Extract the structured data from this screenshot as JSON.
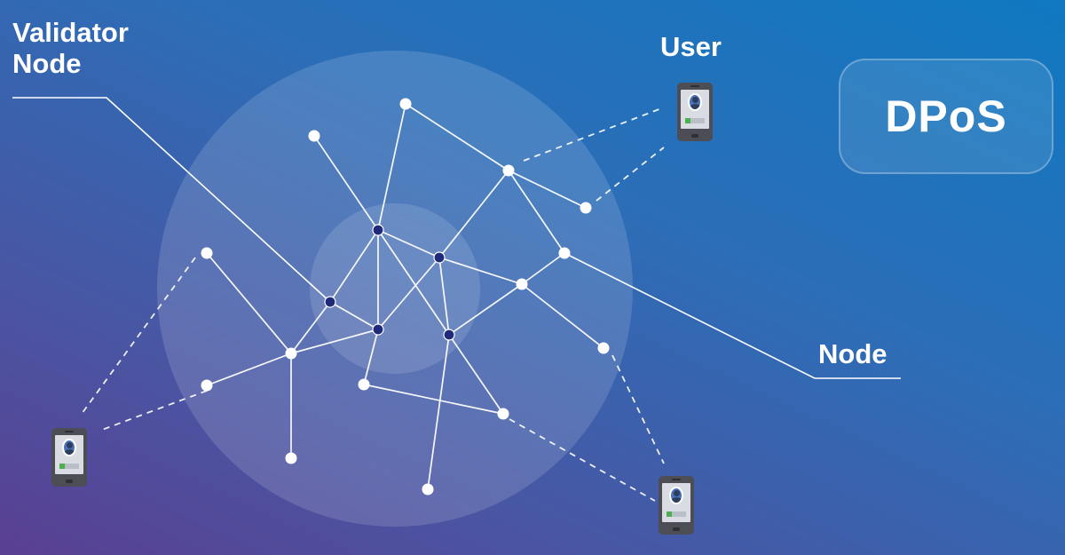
{
  "labels": {
    "validator_line1": "Validator",
    "validator_line2": "Node",
    "user": "User",
    "node": "Node",
    "dpos": "DPoS"
  },
  "icons": [
    "user-phone-icon",
    "user-phone-icon",
    "user-phone-icon"
  ],
  "colors": {
    "validator_node": "#1f2a7a",
    "node": "#ffffff",
    "edge": "#ffffff"
  }
}
